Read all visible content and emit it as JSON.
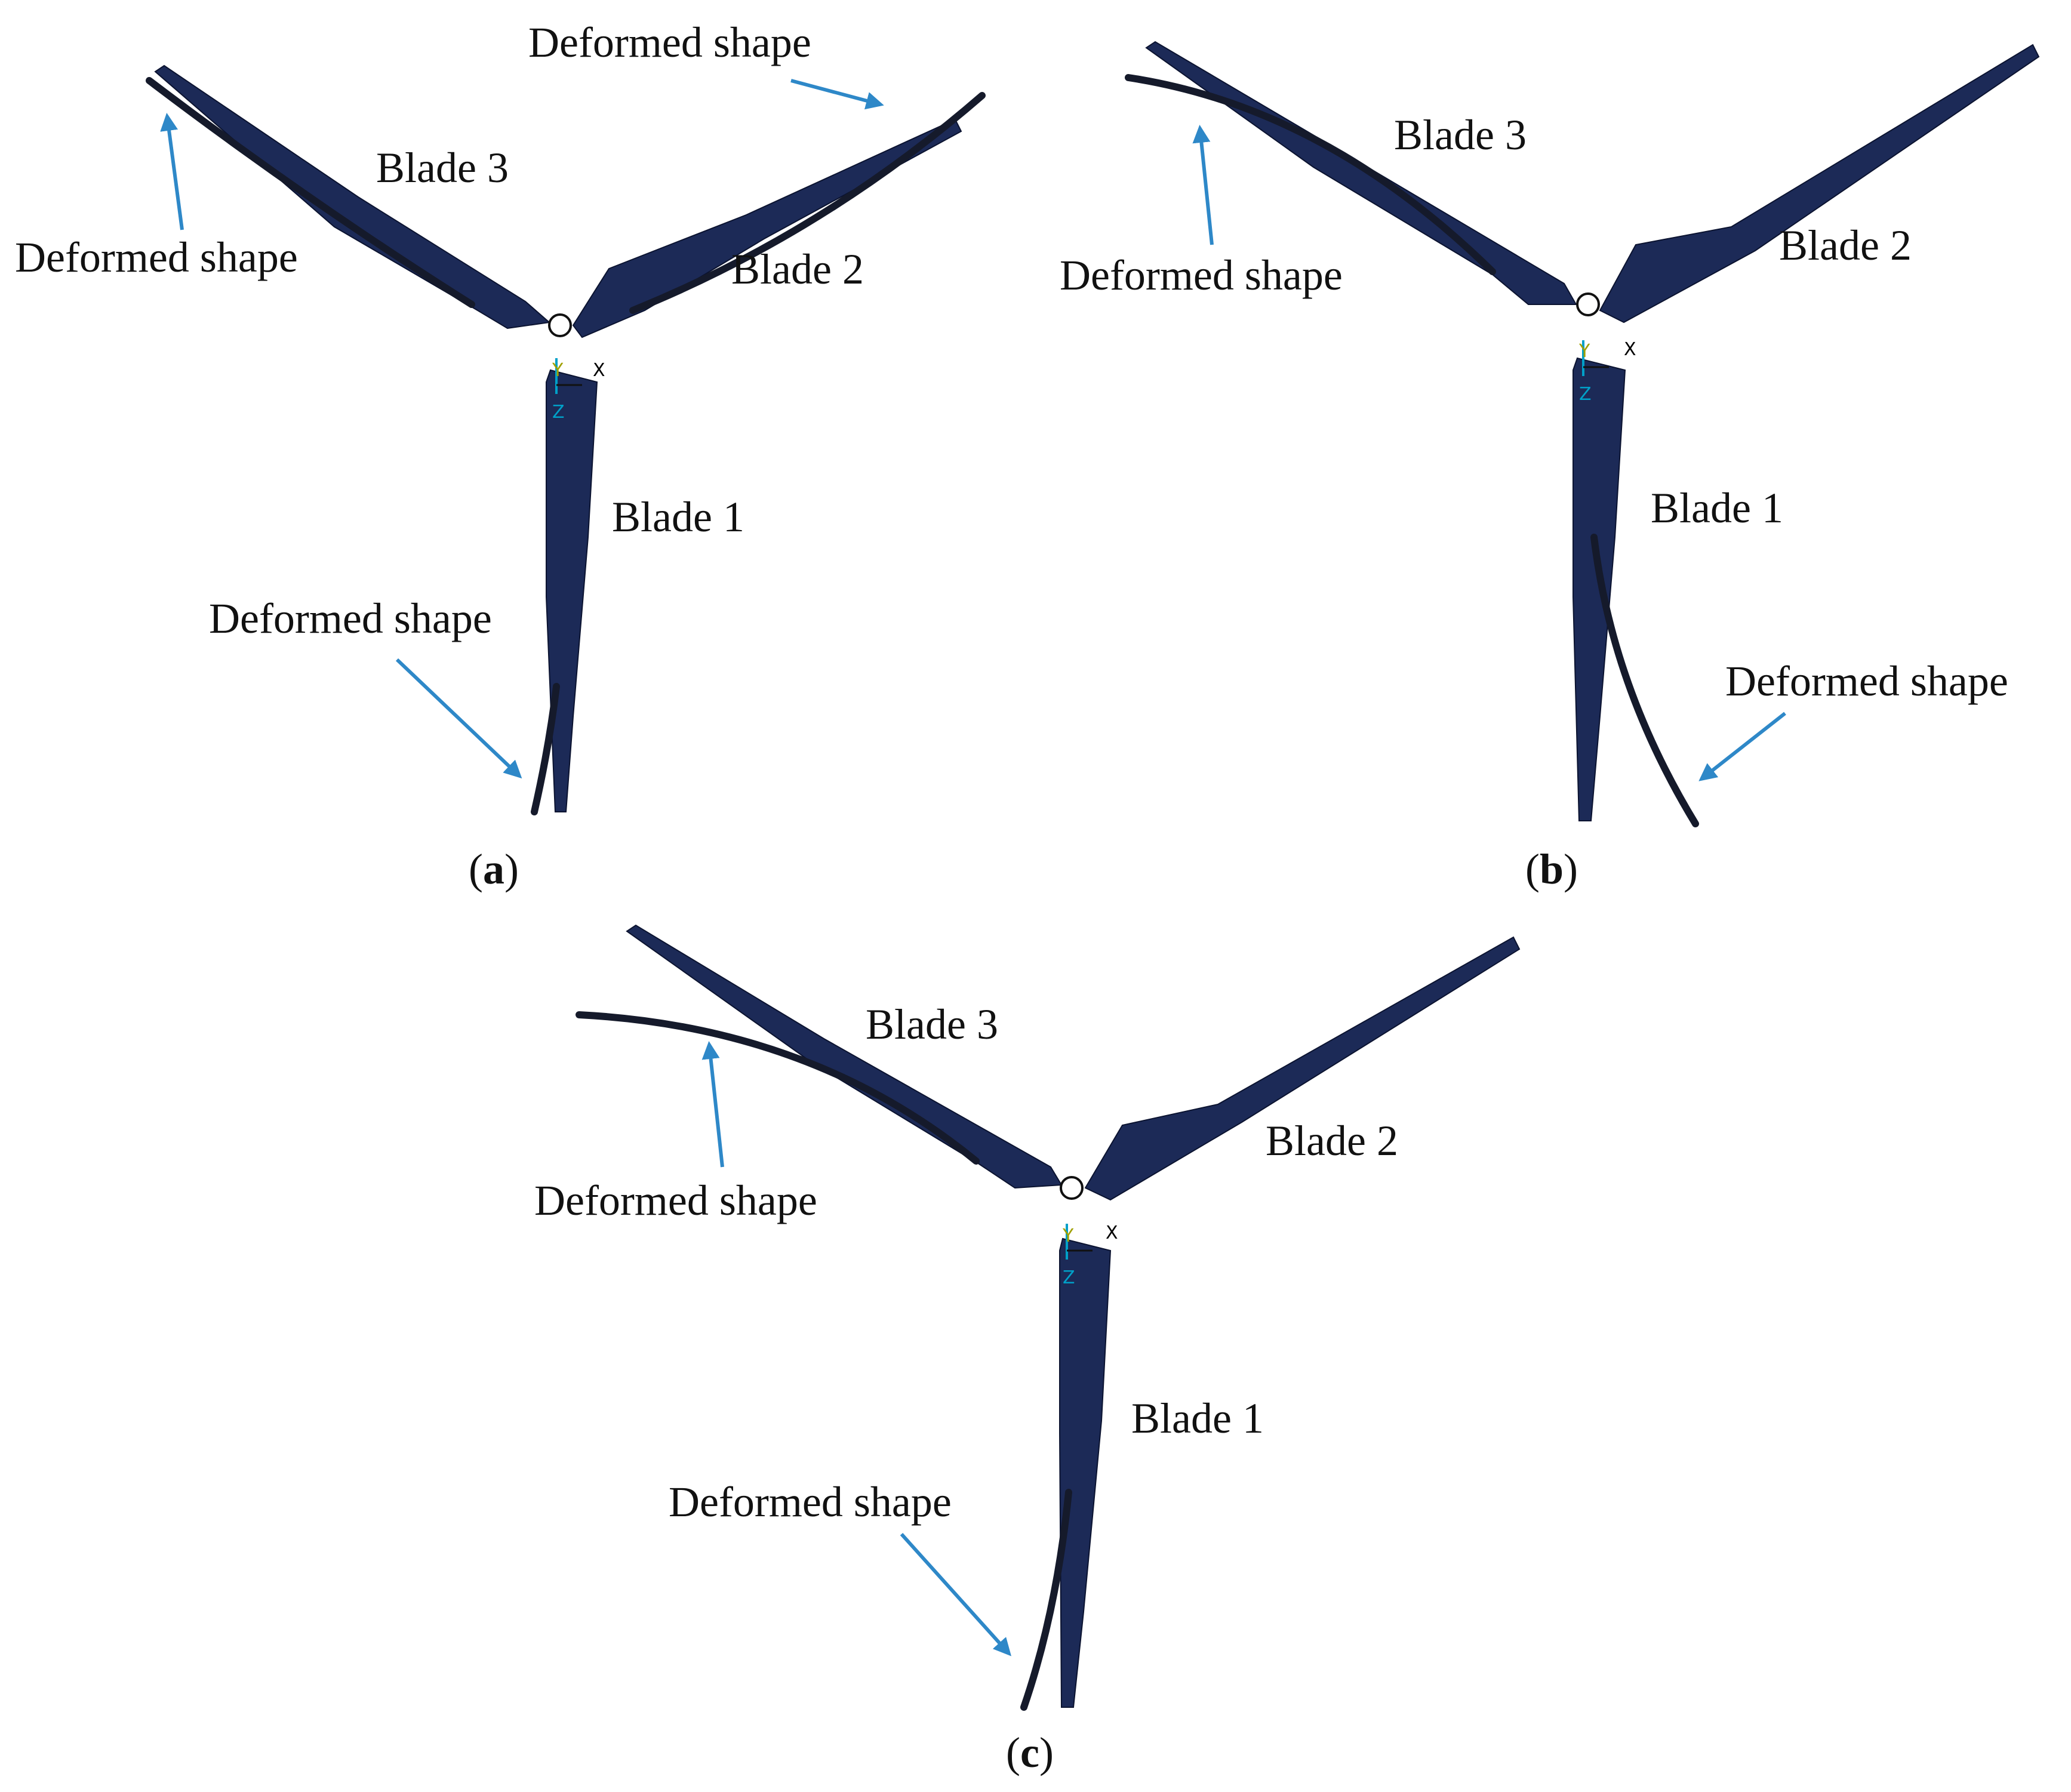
{
  "panels": [
    {
      "id": "a",
      "label": "a",
      "blades": {
        "blade1": "Blade 1",
        "blade2": "Blade 2",
        "blade3": "Blade 3"
      },
      "deformed_labels": [
        "Deformed shape",
        "Deformed shape",
        "Deformed shape"
      ],
      "axes": {
        "y": "Y",
        "x": "X",
        "z": "Z"
      }
    },
    {
      "id": "b",
      "label": "b",
      "blades": {
        "blade1": "Blade 1",
        "blade2": "Blade 2",
        "blade3": "Blade 3"
      },
      "deformed_labels": [
        "Deformed shape",
        "Deformed shape"
      ],
      "axes": {
        "y": "Y",
        "x": "X",
        "z": "Z"
      }
    },
    {
      "id": "c",
      "label": "c",
      "blades": {
        "blade1": "Blade 1",
        "blade2": "Blade 2",
        "blade3": "Blade 3"
      },
      "deformed_labels": [
        "Deformed shape",
        "Deformed shape"
      ],
      "axes": {
        "y": "Y",
        "x": "X",
        "z": "Z"
      }
    }
  ],
  "colors": {
    "blade_mesh": "#1c2a57",
    "deformed_line": "#151a2b",
    "arrow": "#2e88c8",
    "axis_y": "#c8c800",
    "axis_z": "#00a0c8"
  }
}
